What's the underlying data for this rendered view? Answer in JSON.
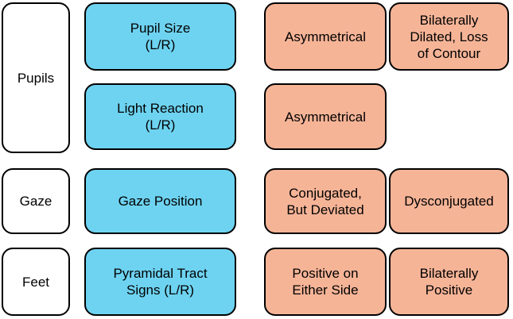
{
  "colors": {
    "category_fill": "#ffffff",
    "sign_fill": "#6ed3f1",
    "finding_fill": "#f6b497",
    "border": "#000000",
    "text": "#000000"
  },
  "categories": [
    {
      "label": "Pupils"
    },
    {
      "label": "Gaze"
    },
    {
      "label": "Feet"
    }
  ],
  "rows": [
    {
      "sign": "Pupil Size\n(L/R)",
      "findings": [
        "Asymmetrical",
        "Bilaterally\nDilated, Loss\nof Contour"
      ]
    },
    {
      "sign": "Light Reaction\n(L/R)",
      "findings": [
        "Asymmetrical"
      ]
    },
    {
      "sign": "Gaze Position",
      "findings": [
        "Conjugated,\nBut Deviated",
        "Dysconjugated"
      ]
    },
    {
      "sign": "Pyramidal Tract\nSigns (L/R)",
      "findings": [
        "Positive on\nEither Side",
        "Bilaterally\nPositive"
      ]
    }
  ]
}
